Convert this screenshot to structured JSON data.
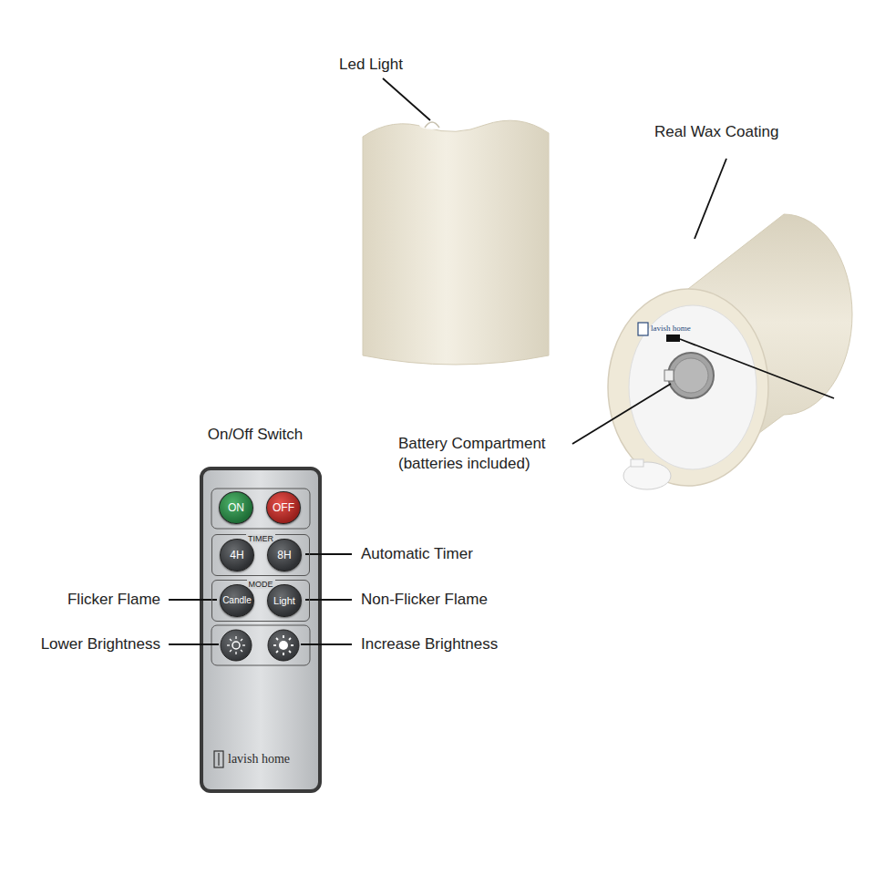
{
  "diagram": {
    "nodes": [
      {
        "text": [
          "ON"
        ]
      },
      {
        "text": [
          "OFF"
        ]
      },
      {
        "text": [
          "TIMER"
        ]
      },
      {
        "text": [
          "4H"
        ],
        "in": 2
      },
      {
        "text": [
          "8H"
        ],
        "in": 2
      },
      {
        "text": [
          "MODE"
        ]
      },
      {
        "text": [
          "Candle"
        ],
        "in": 5
      },
      {
        "text": [
          "Light"
        ],
        "in": 5
      }
    ],
    "labels": [
      "Led Light",
      "Real Wax Coating",
      "lavish home",
      "Battery Compartment (batteries included)",
      "On/Off Switch",
      "Automatic Timer",
      "Flicker Flame",
      "Non-Flicker Flame",
      "Lower Brightness",
      "Increase Brightness",
      "lavish home"
    ]
  }
}
